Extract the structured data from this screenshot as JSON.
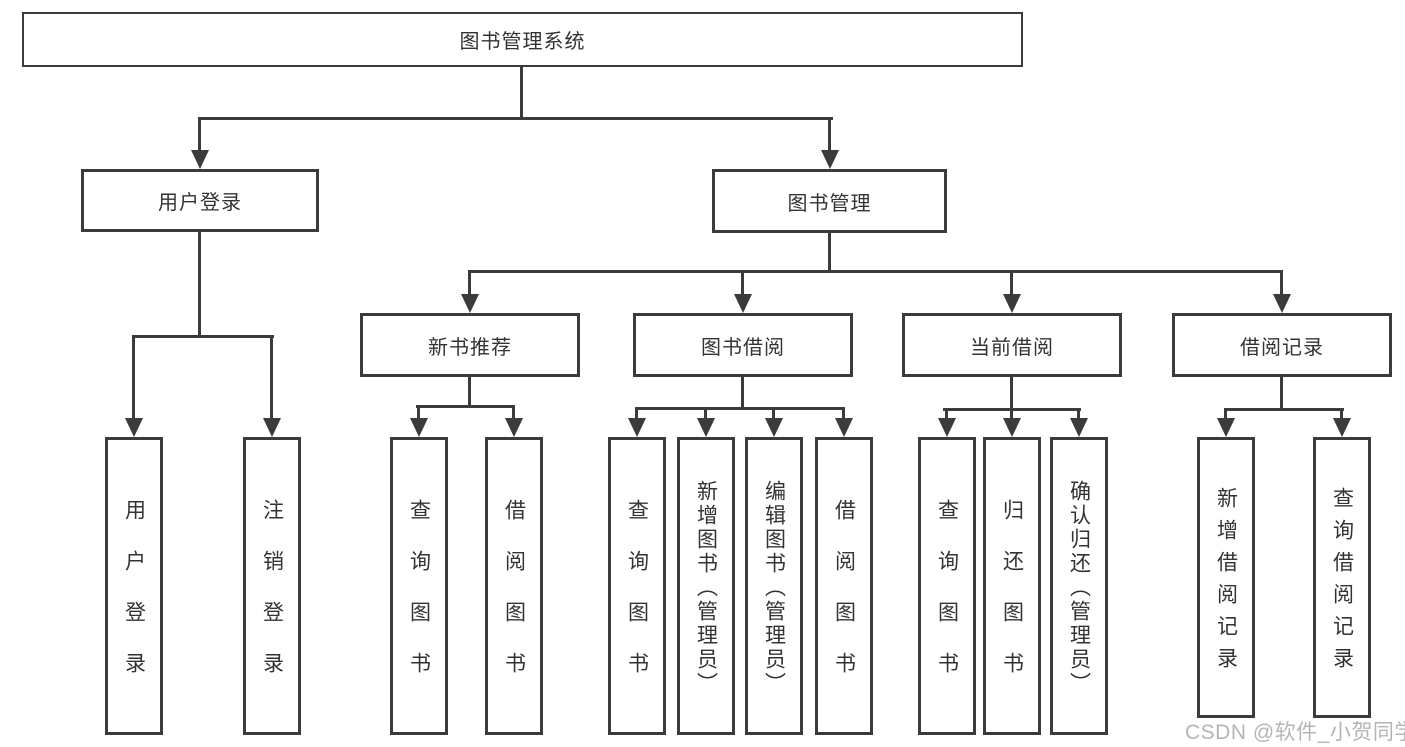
{
  "diagram": {
    "title": "图书管理系统",
    "colors": {
      "line": "#3b3b3b",
      "border": "#3b3b3b",
      "text": "#333333",
      "background": "#ffffff",
      "watermark": "#b5b5b5"
    },
    "nodes": {
      "root": "图书管理系统",
      "user_login": "用户登录",
      "book_mgmt": "图书管理",
      "new_book_rec": "新书推荐",
      "book_borrow": "图书借阅",
      "current_borrow": "当前借阅",
      "borrow_records": "借阅记录",
      "leaf_user_login": "用户登录",
      "leaf_logout": "注销登录",
      "leaf_nb_query": "查询图书",
      "leaf_nb_borrow": "借阅图书",
      "leaf_bb_query": "查询图书",
      "leaf_bb_add": "新增图书（管理员）",
      "leaf_bb_edit": "编辑图书（管理员）",
      "leaf_bb_borrow": "借阅图书",
      "leaf_cb_query": "查询图书",
      "leaf_cb_return": "归还图书",
      "leaf_cb_confirm": "确认归还（管理员）",
      "leaf_br_add": "新增借阅记录",
      "leaf_br_query": "查询借阅记录"
    },
    "hierarchy": {
      "label": "图书管理系统",
      "children": [
        {
          "label": "用户登录",
          "children": [
            {
              "label": "用户登录"
            },
            {
              "label": "注销登录"
            }
          ]
        },
        {
          "label": "图书管理",
          "children": [
            {
              "label": "新书推荐",
              "children": [
                {
                  "label": "查询图书"
                },
                {
                  "label": "借阅图书"
                }
              ]
            },
            {
              "label": "图书借阅",
              "children": [
                {
                  "label": "查询图书"
                },
                {
                  "label": "新增图书（管理员）"
                },
                {
                  "label": "编辑图书（管理员）"
                },
                {
                  "label": "借阅图书"
                }
              ]
            },
            {
              "label": "当前借阅",
              "children": [
                {
                  "label": "查询图书"
                },
                {
                  "label": "归还图书"
                },
                {
                  "label": "确认归还（管理员）"
                }
              ]
            },
            {
              "label": "借阅记录",
              "children": [
                {
                  "label": "新增借阅记录"
                },
                {
                  "label": "查询借阅记录"
                }
              ]
            }
          ]
        }
      ]
    },
    "watermark": "CSDN @软件_小贺同学"
  }
}
